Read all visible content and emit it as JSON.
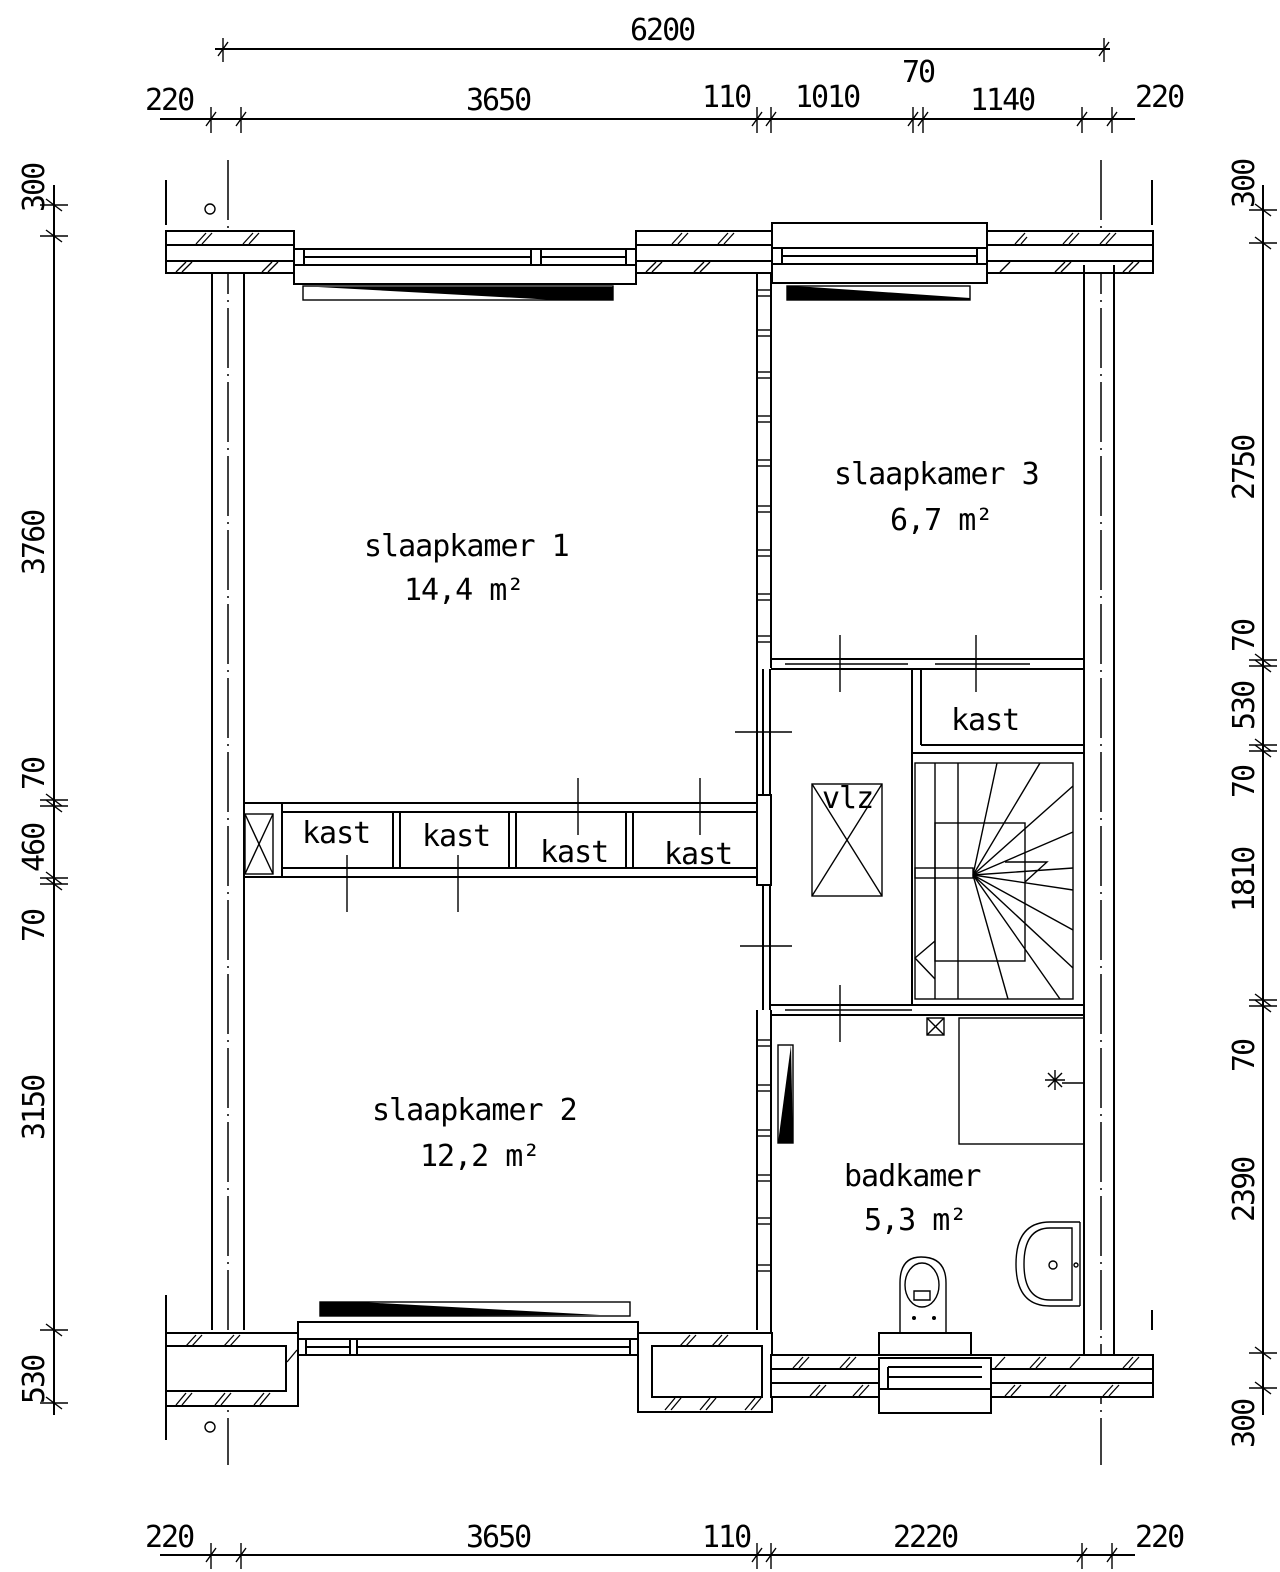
{
  "drawing": {
    "type": "floor plan",
    "top_dimensions": {
      "overall": "6200",
      "segments": [
        "220",
        "3650",
        "110",
        "1010",
        "70",
        "1140",
        "220"
      ]
    },
    "bottom_dimensions": {
      "segments": [
        "220",
        "3650",
        "110",
        "2220",
        "220"
      ]
    },
    "left_dimensions": {
      "segments": [
        "300",
        "3760",
        "70",
        "460",
        "70",
        "3150",
        "530"
      ]
    },
    "right_dimensions": {
      "segments": [
        "300",
        "2750",
        "70",
        "530",
        "70",
        "1810",
        "70",
        "2390",
        "300"
      ]
    },
    "rooms": [
      {
        "name": "slaapkamer 1",
        "area": "14,4 m²"
      },
      {
        "name": "slaapkamer 2",
        "area": "12,2 m²"
      },
      {
        "name": "slaapkamer 3",
        "area": "6,7 m²"
      },
      {
        "name": "badkamer",
        "area": "5,3 m²"
      }
    ],
    "closets": [
      "kast",
      "kast",
      "kast",
      "kast",
      "kast"
    ],
    "landing_label": "vlz"
  }
}
